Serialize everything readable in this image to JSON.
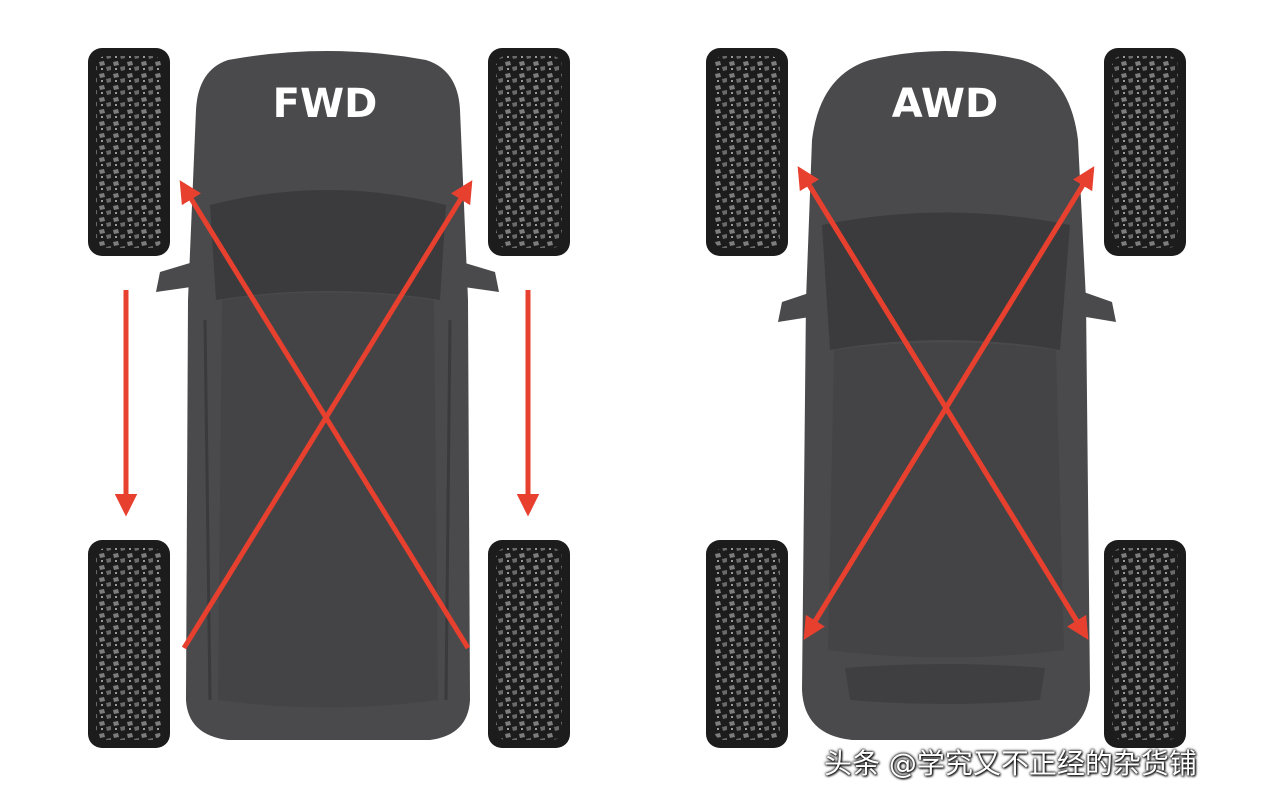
{
  "diagrams": [
    {
      "id": "fwd",
      "label": "FWD"
    },
    {
      "id": "awd",
      "label": "AWD"
    }
  ],
  "watermark": "头条 @学究又不正经的杂货铺",
  "colors": {
    "car_body": "#4a4a4c",
    "car_glass": "#3b3b3d",
    "tire": "#1c1c1c",
    "tread": "#8a8a8a",
    "arrow": "#e8402f",
    "label": "#ffffff"
  },
  "icons": [
    "tire-icon",
    "car-top-view-icon",
    "rotation-arrow-icon"
  ]
}
